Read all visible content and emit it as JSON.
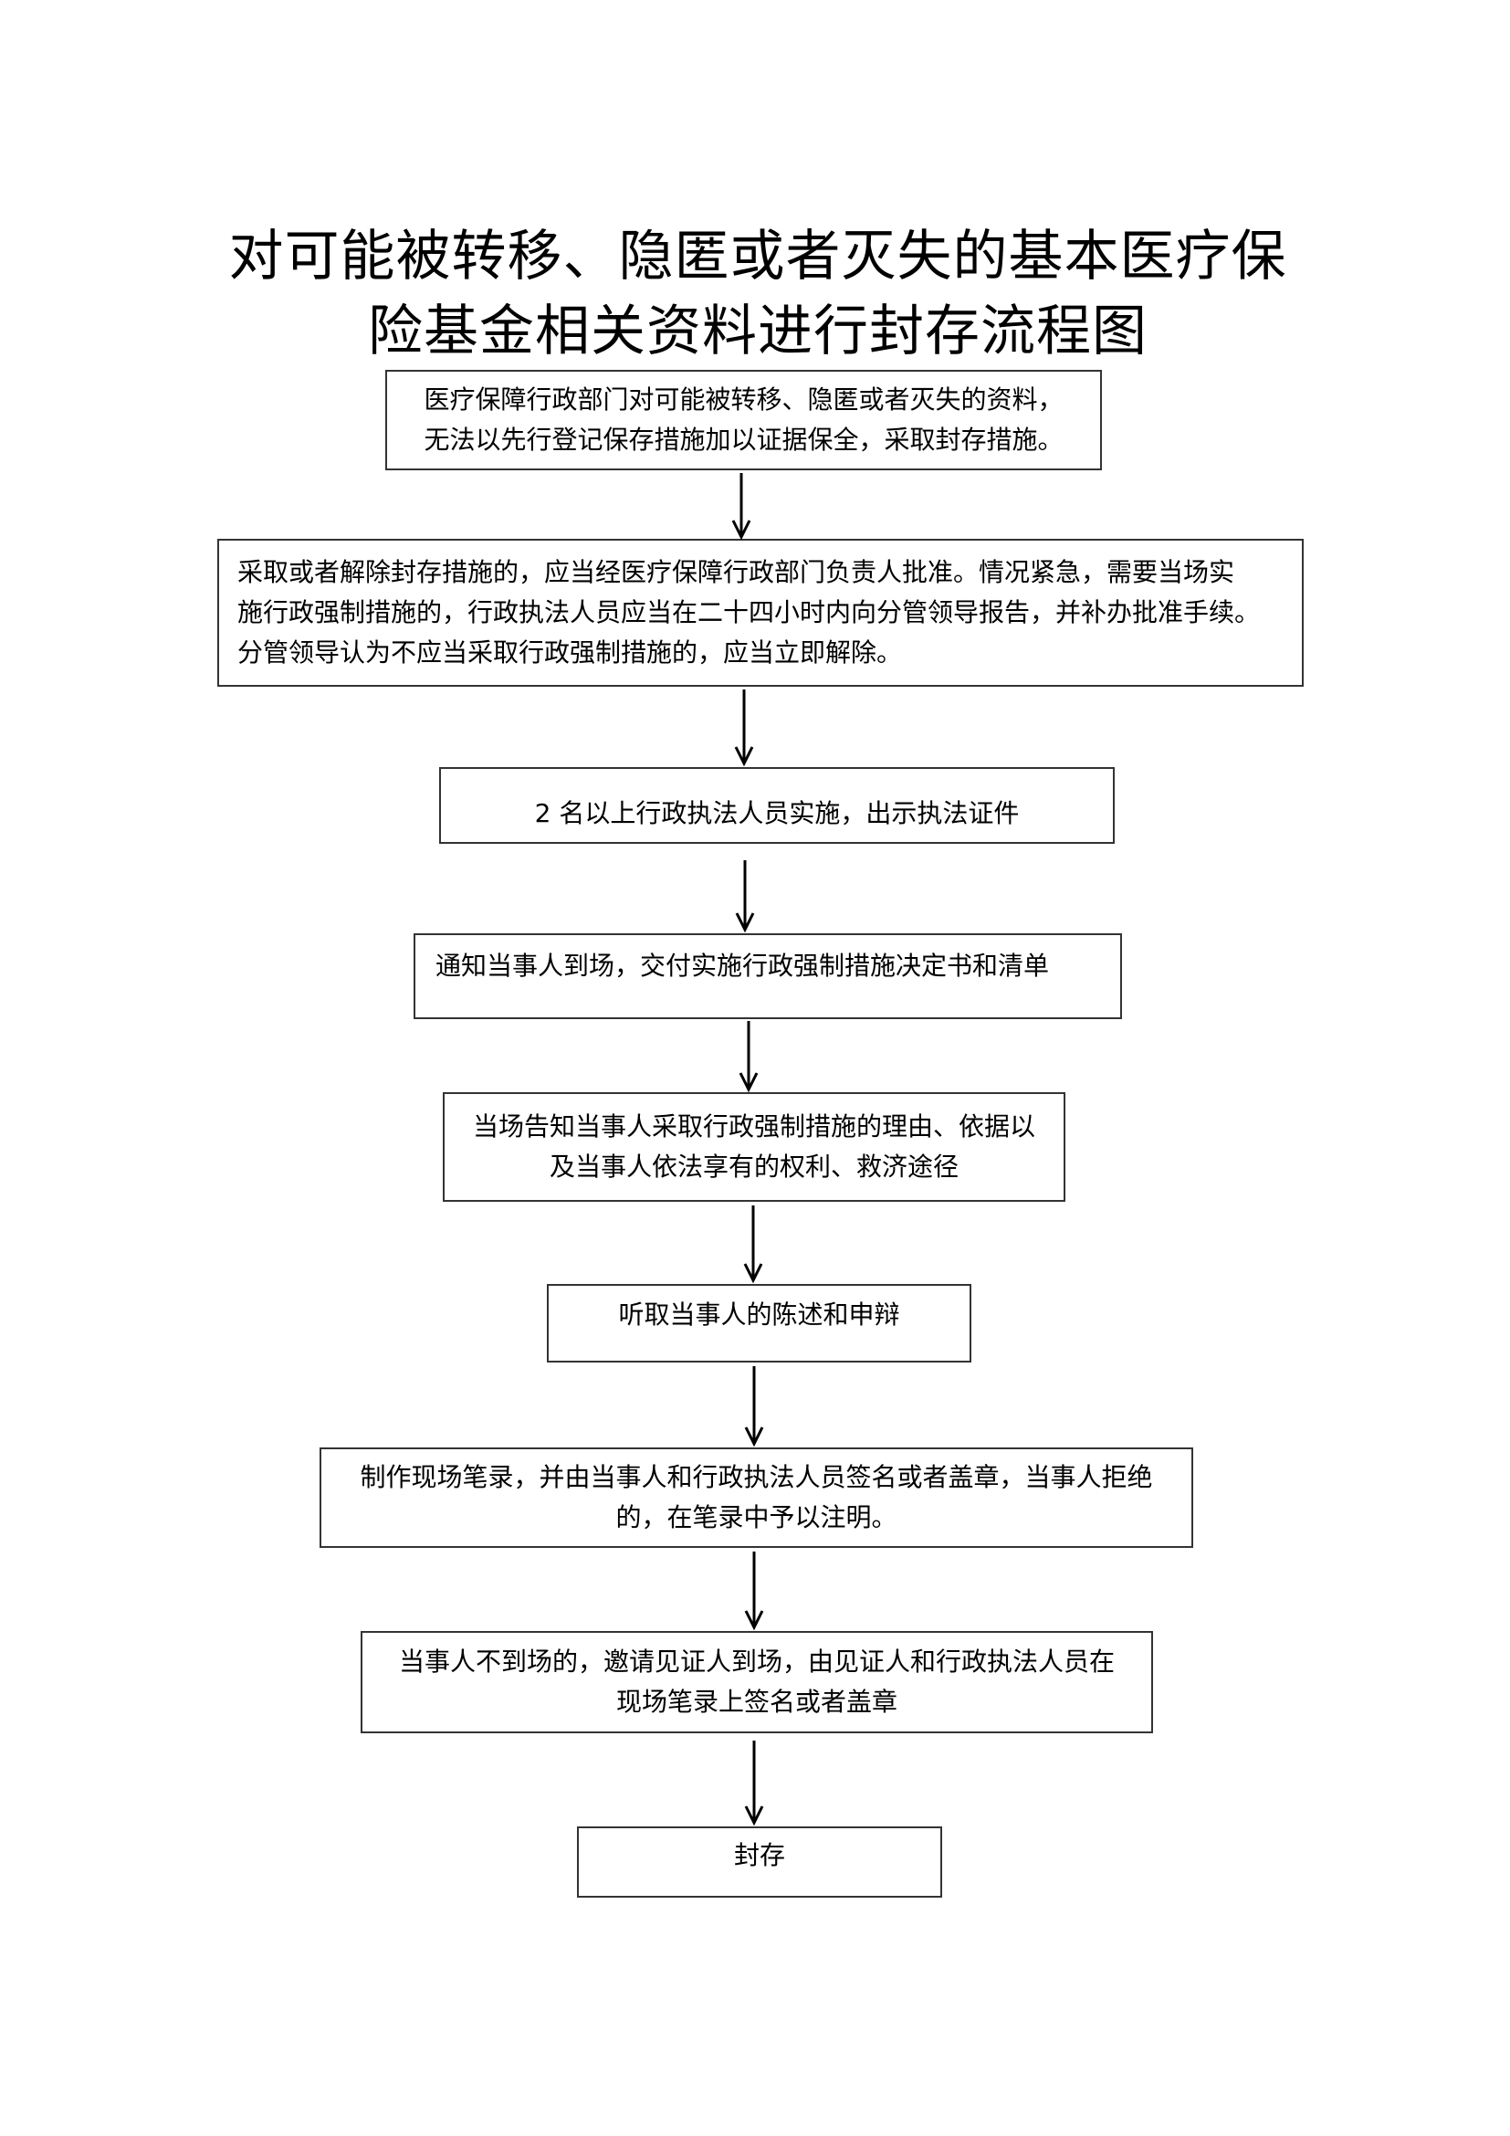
{
  "title": {
    "line1": "对可能被转移、隐匿或者灭失的基本医疗保",
    "line2": "险基金相关资料进行封存流程图"
  },
  "steps": [
    {
      "lines": [
        "医疗保障行政部门对可能被转移、隐匿或者灭失的资料，",
        "无法以先行登记保存措施加以证据保全，采取封存措施。"
      ]
    },
    {
      "lines": [
        "采取或者解除封存措施的，应当经医疗保障行政部门负责人批准。情况紧急，需要当场实",
        "施行政强制措施的，行政执法人员应当在二十四小时内向分管领导报告，并补办批准手续。",
        "分管领导认为不应当采取行政强制措施的，应当立即解除。"
      ]
    },
    {
      "lines": [
        "2 名以上行政执法人员实施，出示执法证件"
      ]
    },
    {
      "lines": [
        "通知当事人到场，交付实施行政强制措施决定书和清单"
      ]
    },
    {
      "lines": [
        "当场告知当事人采取行政强制措施的理由、依据以",
        "及当事人依法享有的权利、救济途径"
      ]
    },
    {
      "lines": [
        "听取当事人的陈述和申辩"
      ]
    },
    {
      "lines": [
        "制作现场笔录，并由当事人和行政执法人员签名或者盖章，当事人拒绝",
        "的，在笔录中予以注明。"
      ]
    },
    {
      "lines": [
        "当事人不到场的，邀请见证人到场，由见证人和行政执法人员在",
        "现场笔录上签名或者盖章"
      ]
    },
    {
      "lines": [
        "封存"
      ]
    }
  ]
}
